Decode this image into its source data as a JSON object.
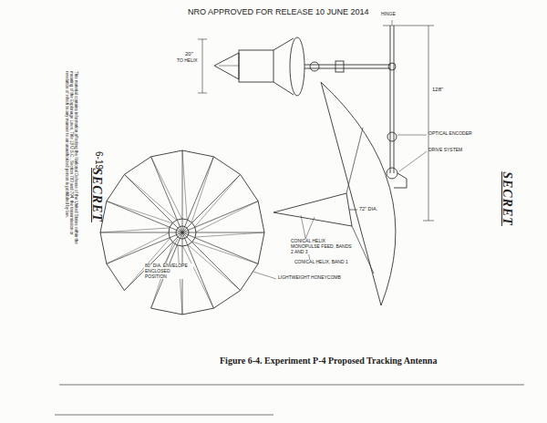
{
  "diagram": {
    "caption": "Figure 6-4. Experiment P-4 Proposed Tracking Antenna",
    "labels": [
      "NRO APPROVED FOR RELEASE 10 JUNE 2014",
      "6-19",
      "SECRET",
      "SECRET",
      "This material contains information affecting the National Defense of the United States within the meaning of the Espionage Laws, Title 18 U.S.C., Section 793 and 794, the transmission or revelation of which in any manner to an unauthorized person is prohibited by law.",
      "20\"",
      "TO HELIX",
      "HINGE",
      "128\"",
      "OPTICAL ENCODER",
      "DRIVE SYSTEM",
      "72\" DIA.",
      "CONICAL HELIX MONOPULSE FEED, BANDS 2 AND 3",
      "CONICAL HELIX, BAND 1",
      "80\" DIA. ENVELOPE ENCLOSED POSITION",
      "LIGHTWEIGHT HONEYCOMB"
    ]
  }
}
